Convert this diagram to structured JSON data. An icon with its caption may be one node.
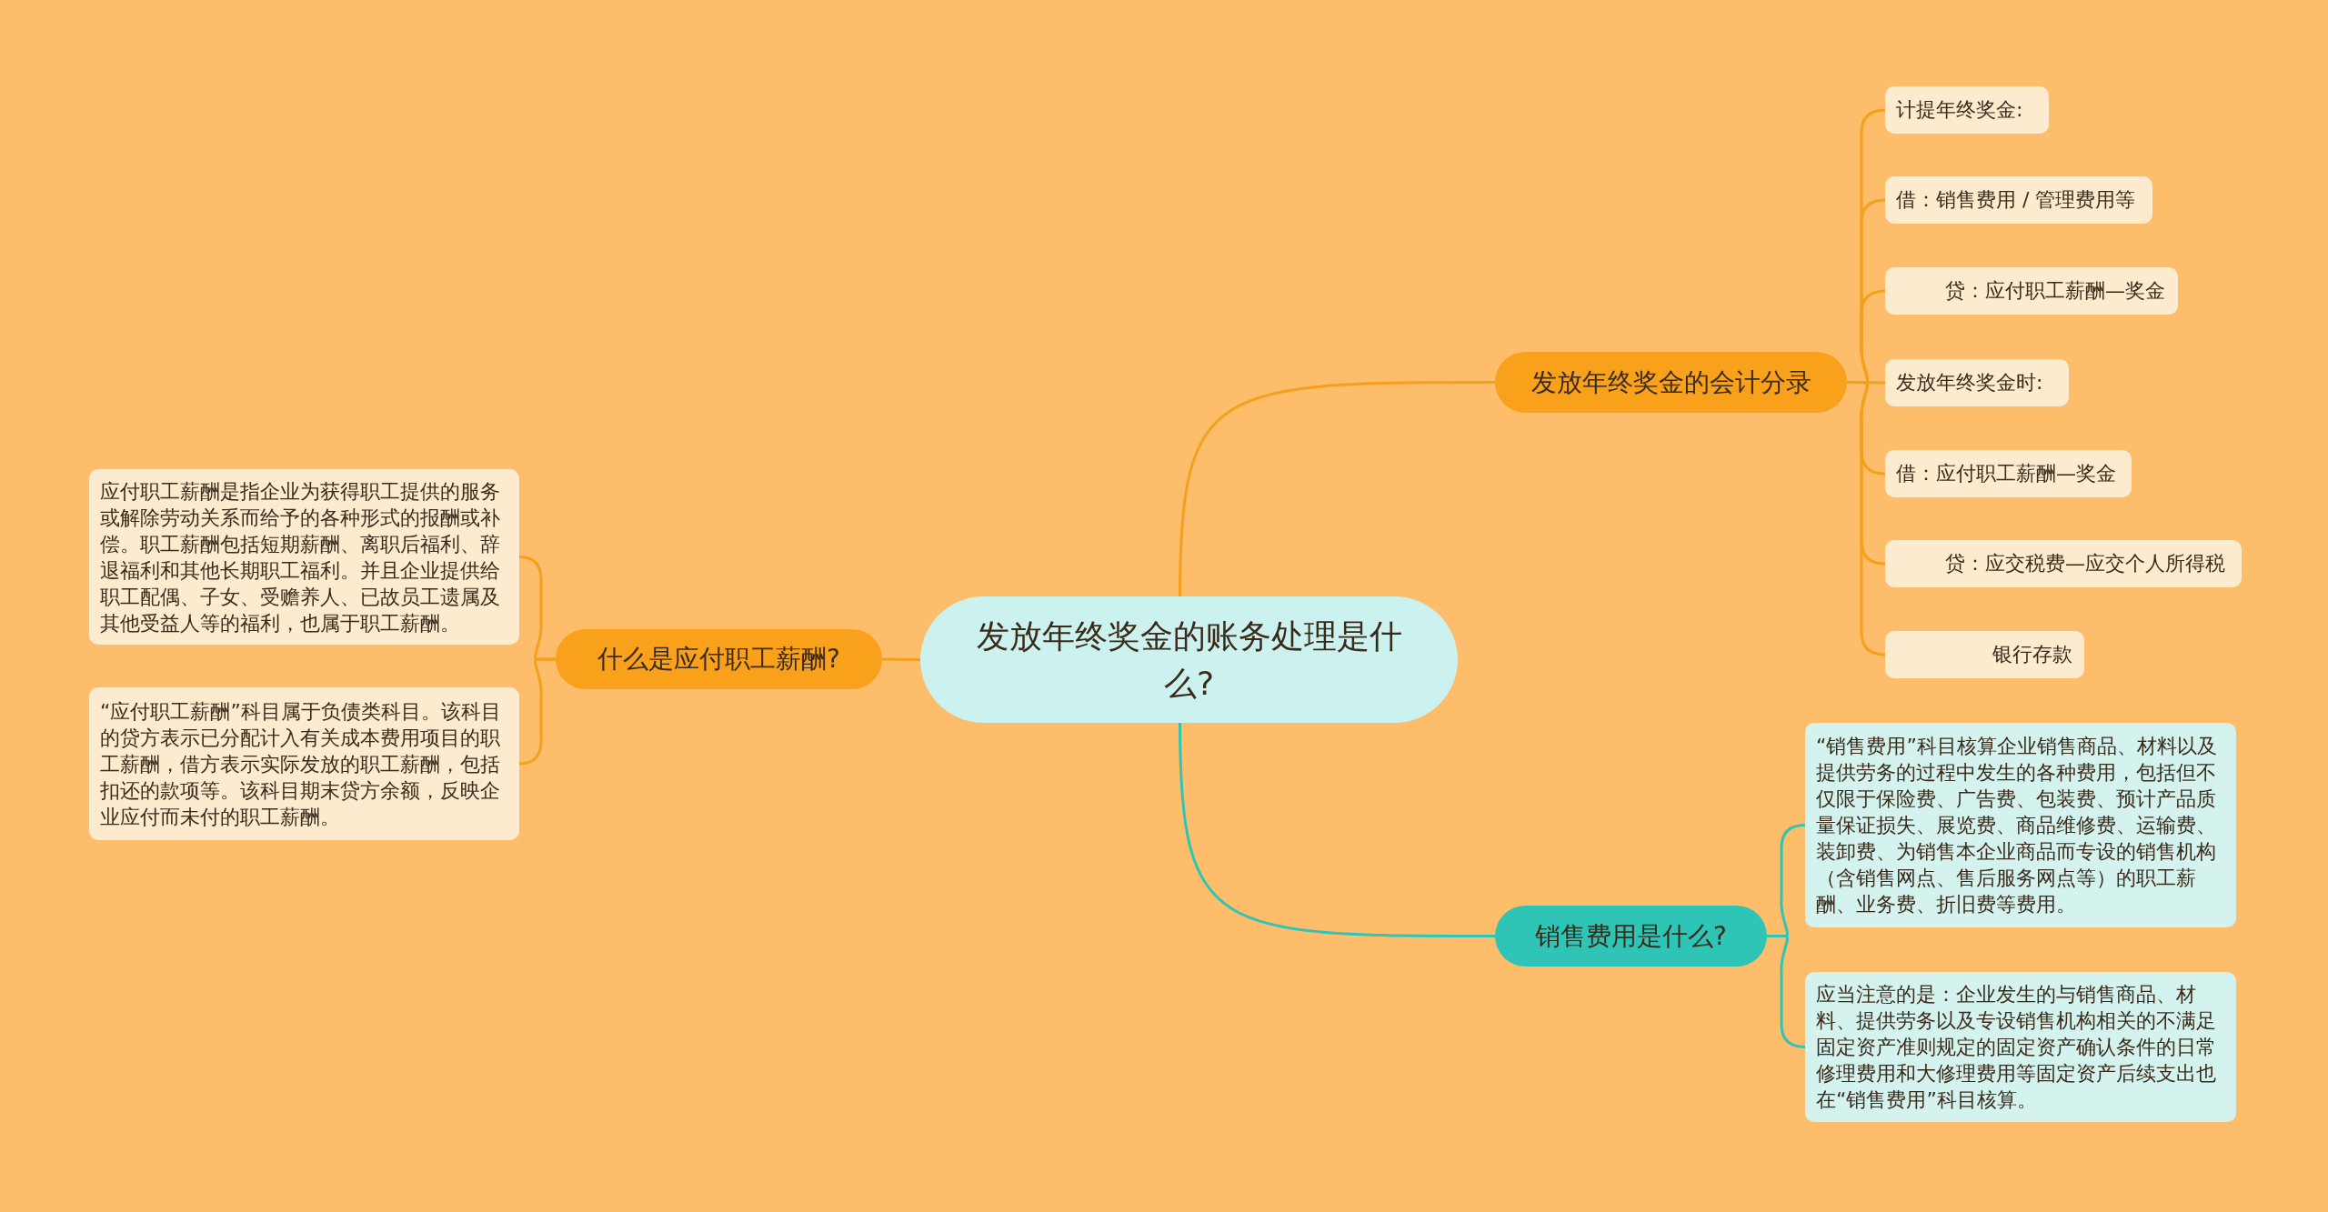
{
  "diagram": {
    "nodes": [
      {
        "text": [
          "发放年终奖金的账务处理是什么?"
        ]
      },
      {
        "text": [
          "什么是应付职工薪酬?"
        ]
      },
      {
        "text": [
          "应付职工薪酬是指企业为获得职工提供的服务或解除劳动关系而给予的各种形式的报酬或补偿。职工薪酬包括短期薪酬、离职后福利、辞退福利和其他长期职工福利。并且企业提供给职工配偶、子女、受赡养人、已故员工遗属及其他受益人等的福利，也属于职工薪酬。"
        ]
      },
      {
        "text": [
          "“应付职工薪酬”科目属于负债类科目。该科目的贷方表示已分配计入有关成本费用项目的职工薪酬，借方表示实际发放的职工薪酬，包括扣还的款项等。该科目期末贷方余额，反映企业应付而未付的职工薪酬。"
        ]
      },
      {
        "text": [
          "发放年终奖金的会计分录"
        ]
      },
      {
        "text": [
          "计提年终奖金:"
        ]
      },
      {
        "text": [
          "借：销售费用 / 管理费用等"
        ]
      },
      {
        "text": [
          "贷：应付职工薪酬—奖金"
        ]
      },
      {
        "text": [
          "发放年终奖金时:"
        ]
      },
      {
        "text": [
          "借：应付职工薪酬—奖金"
        ]
      },
      {
        "text": [
          "贷：应交税费—应交个人所得税"
        ]
      },
      {
        "text": [
          "银行存款"
        ]
      },
      {
        "text": [
          "销售费用是什么?"
        ]
      },
      {
        "text": [
          "“销售费用”科目核算企业销售商品、材料以及提供劳务的过程中发生的各种费用，包括但不仅限于保险费、广告费、包装费、预计产品质量保证损失、展览费、商品维修费、运输费、装卸费、为销售本企业商品而专设的销售机构（含销售网点、售后服务网点等）的职工薪酬、业务费、折旧费等费用。"
        ]
      },
      {
        "text": [
          "应当注意的是：企业发生的与销售商品、材料、提供劳务以及专设销售机构相关的不满足固定资产准则规定的固定资产确认条件的日常修理费用和大修理费用等固定资产后续支出也在“销售费用”科目核算。"
        ]
      }
    ],
    "edges": [
      {
        "from": 0,
        "to": 1,
        "arrow": "none"
      },
      {
        "from": 1,
        "to": 2,
        "arrow": "none"
      },
      {
        "from": 1,
        "to": 3,
        "arrow": "none"
      },
      {
        "from": 0,
        "to": 4,
        "arrow": "none"
      },
      {
        "from": 4,
        "to": 5,
        "arrow": "none"
      },
      {
        "from": 4,
        "to": 6,
        "arrow": "none"
      },
      {
        "from": 4,
        "to": 7,
        "arrow": "none"
      },
      {
        "from": 4,
        "to": 8,
        "arrow": "none"
      },
      {
        "from": 4,
        "to": 9,
        "arrow": "none"
      },
      {
        "from": 4,
        "to": 10,
        "arrow": "none"
      },
      {
        "from": 4,
        "to": 11,
        "arrow": "none"
      },
      {
        "from": 0,
        "to": 12,
        "arrow": "none",
        "color": "#2ec4b6"
      },
      {
        "from": 12,
        "to": 13,
        "arrow": "none",
        "color": "#2ec4b6"
      },
      {
        "from": 12,
        "to": 14,
        "arrow": "none",
        "color": "#2ec4b6"
      }
    ]
  }
}
